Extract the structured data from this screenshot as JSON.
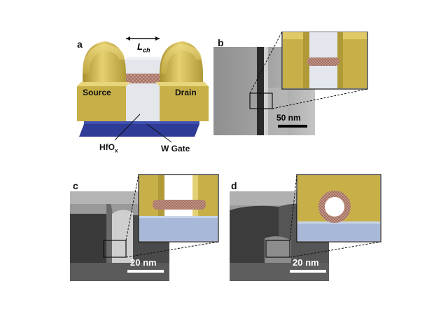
{
  "figure": {
    "panels": [
      {
        "id": "a",
        "label": "a",
        "channel_label": "L",
        "channel_label_sub": "ch",
        "source_label": "Source",
        "drain_label": "Drain",
        "oxide_label": "HfO",
        "oxide_label_sub": "x",
        "gate_label": "W Gate"
      },
      {
        "id": "b",
        "label": "b",
        "scale_bar": "50 nm"
      },
      {
        "id": "c",
        "label": "c",
        "scale_bar": "20 nm"
      },
      {
        "id": "d",
        "label": "d",
        "scale_bar": "20 nm"
      }
    ]
  },
  "colors": {
    "gold": "#d8c050",
    "gold_dark": "#a89030",
    "substrate_blue": "#2e3c98",
    "oxide_gray": "#d0d4de",
    "channel_gray": "#dfe4ea",
    "insulator_blue": "#a8b8d8",
    "cnt": "#b07a6a"
  }
}
